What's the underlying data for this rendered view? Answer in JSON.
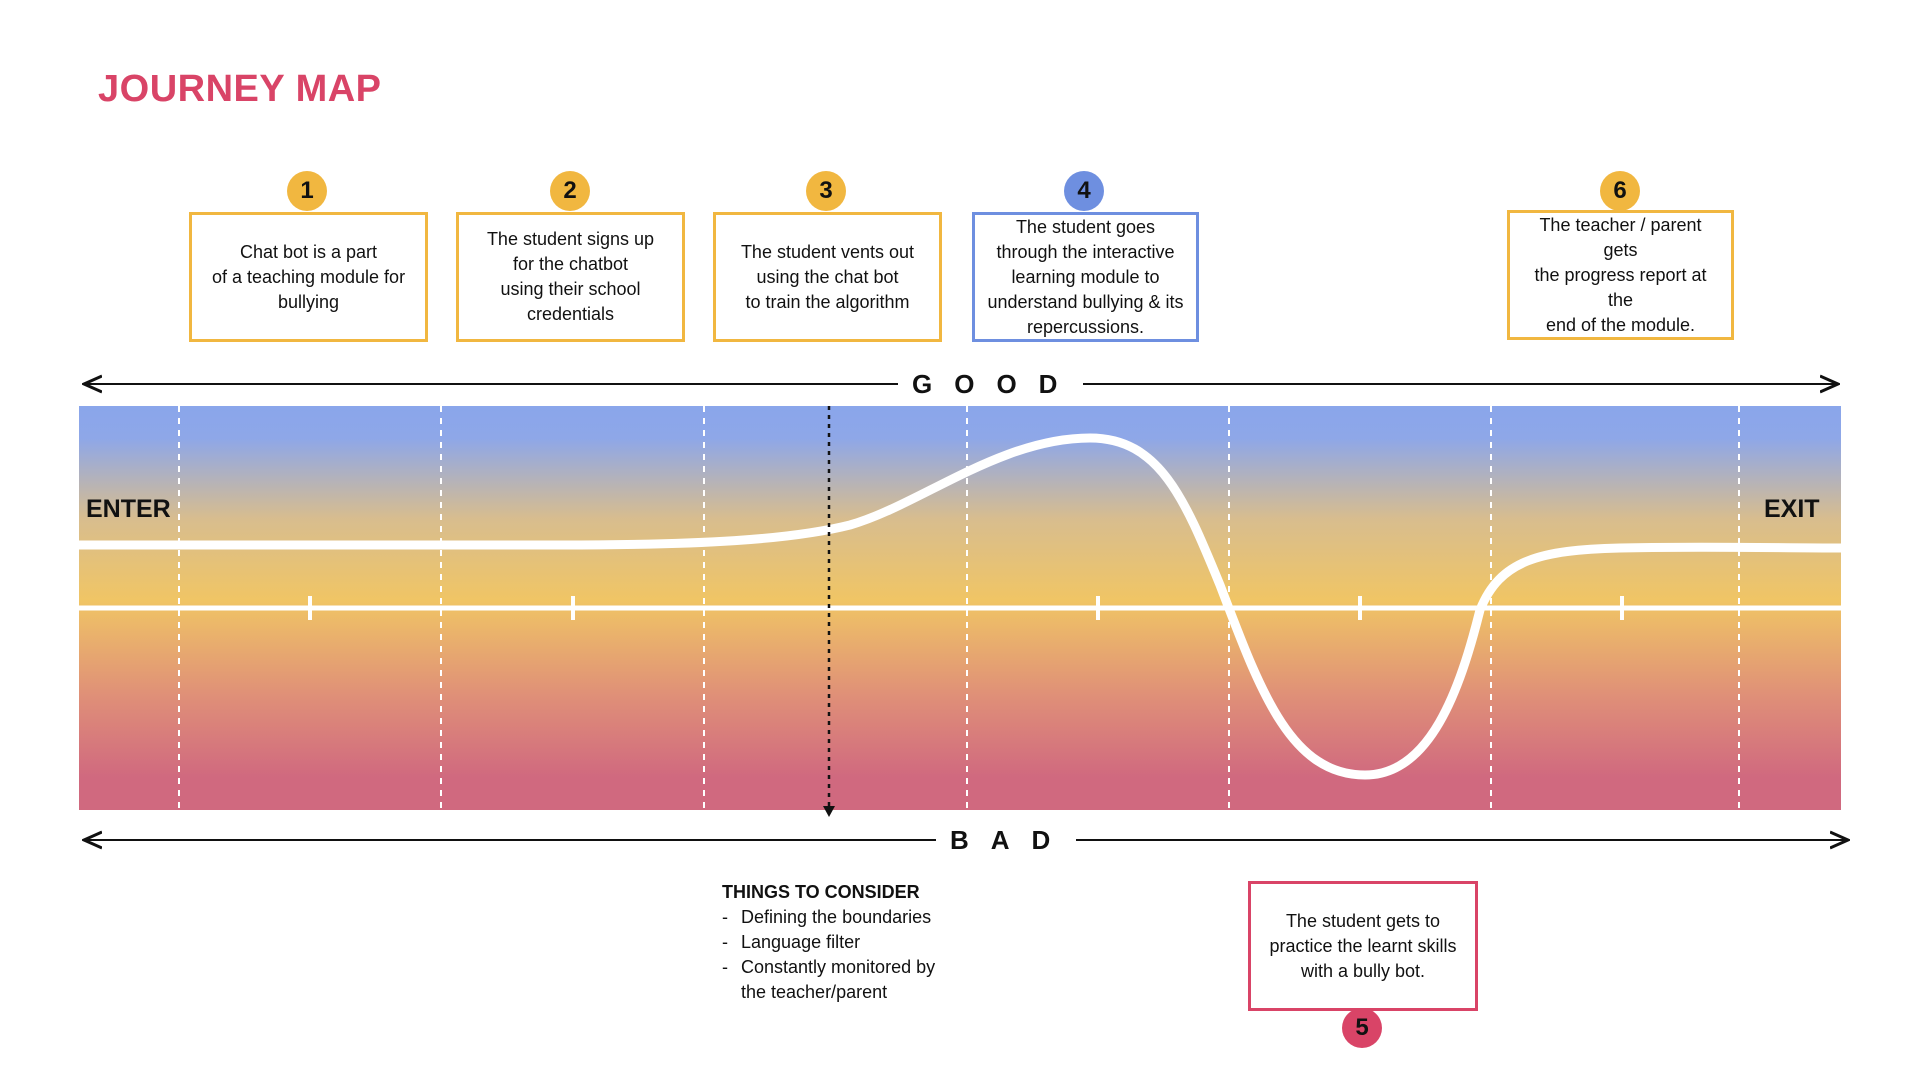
{
  "title": "JOURNEY MAP",
  "colors": {
    "title": "#d94467",
    "yellow": "#f1b740",
    "blue": "#6e8fe0",
    "red": "#d94467",
    "gradient_top": "#8aa6eb",
    "gradient_mid": "#f0c565",
    "gradient_bottom": "#d0697f"
  },
  "axis": {
    "good": "GOOD",
    "bad": "BAD",
    "enter": "ENTER",
    "exit": "EXIT"
  },
  "steps": [
    {
      "number": "1",
      "text": "Chat bot is a part\nof a teaching module for\nbullying",
      "color": "#f1b740"
    },
    {
      "number": "2",
      "text": "The student signs up\nfor the chatbot\nusing their school\ncredentials",
      "color": "#f1b740"
    },
    {
      "number": "3",
      "text": "The student vents out\nusing the chat bot\nto train the algorithm",
      "color": "#f1b740"
    },
    {
      "number": "4",
      "text": "The student goes\nthrough the interactive\nlearning module to\nunderstand bullying & its\nrepercussions.",
      "color": "#6e8fe0"
    },
    {
      "number": "5",
      "text": "The student gets to\npractice the learnt skills\nwith a bully bot.",
      "color": "#d94467"
    },
    {
      "number": "6",
      "text": "The teacher / parent gets\nthe progress report at the\nend of the module.",
      "color": "#f1b740"
    }
  ],
  "considerations": {
    "heading": "THINGS TO CONSIDER",
    "items": [
      "Defining the boundaries",
      "Language filter",
      "Constantly monitored by\nthe teacher/parent"
    ]
  }
}
